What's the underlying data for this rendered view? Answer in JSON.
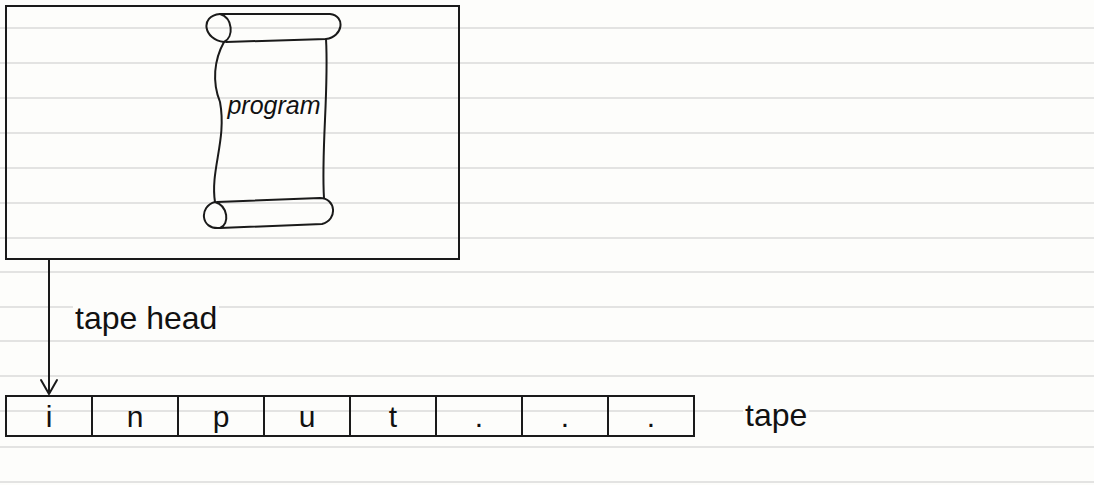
{
  "diagram": {
    "nodes": [
      {
        "text": [
          "program"
        ]
      },
      {
        "text": [
          "i"
        ]
      },
      {
        "text": [
          "n"
        ]
      },
      {
        "text": [
          "p"
        ]
      },
      {
        "text": [
          "u"
        ]
      },
      {
        "text": [
          "t"
        ]
      },
      {
        "text": [
          "."
        ]
      },
      {
        "text": [
          "."
        ]
      },
      {
        "text": [
          "."
        ]
      }
    ],
    "edges": [
      {
        "from": 0,
        "to": 1,
        "label": "tape head",
        "arrow": "to"
      }
    ],
    "labels": [
      "tape"
    ]
  }
}
